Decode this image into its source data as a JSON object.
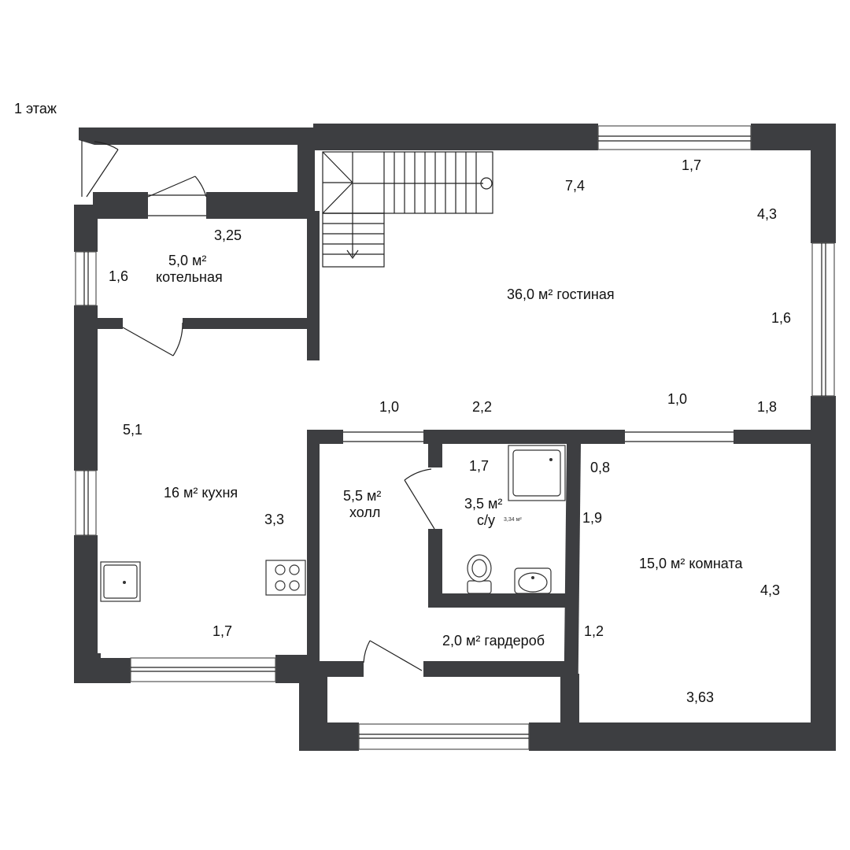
{
  "floor_label": "1 этаж",
  "rooms": {
    "boiler": {
      "area": "5,0 м²",
      "name": "котельная"
    },
    "living": {
      "label": "36,0 м² гостиная"
    },
    "kitchen": {
      "label": "16 м² кухня"
    },
    "hall": {
      "area": "5,5 м²",
      "name": "холл"
    },
    "bathroom": {
      "area": "3,5 м²",
      "name": "с/у",
      "tiny": "3,34 м²"
    },
    "wardrobe": {
      "label": "2,0 м² гардероб"
    },
    "bedroom": {
      "label": "15,0 м² комната"
    }
  },
  "dimensions": {
    "living_top": "7,4",
    "living_window_top": "1,7",
    "living_right": "4,3",
    "living_window_right": "1,6",
    "boiler_width": "3,25",
    "boiler_height": "1,6",
    "kitchen_height": "5,1",
    "opening_left": "1,0",
    "opening_mid": "2,2",
    "opening_right": "1,0",
    "living_bottom_right": "1,8",
    "bath_width": "1,7",
    "bath_gap": "0,8",
    "bath_height": "1,9",
    "kitchen_right": "3,3",
    "kitchen_bottom": "1,7",
    "wardrobe_height": "1,2",
    "bedroom_right": "4,3",
    "bedroom_bottom": "3,63"
  }
}
